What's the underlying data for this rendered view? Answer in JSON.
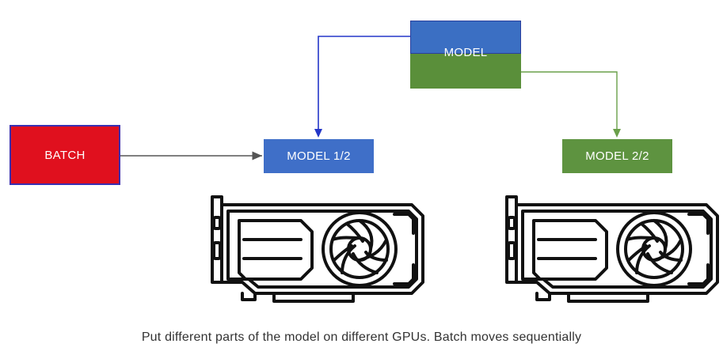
{
  "diagram": {
    "batch_label": "BATCH",
    "model_label": "MODEL",
    "model_half1_label": "MODEL 1/2",
    "model_half2_label": "MODEL 2/2",
    "caption": "Put different parts of the model on different GPUs. Batch moves sequentially"
  },
  "colors": {
    "batch": "#e0101e",
    "model_top": "#3b6fc3",
    "model_bottom": "#5a8f3a",
    "model_half1": "#3f6fc8",
    "model_half2": "#5e9340",
    "arrow_gray": "#555555",
    "arrow_blue": "#2436c8",
    "arrow_green": "#6aa04a"
  },
  "icons": {
    "gpu_left": "graphics-card-icon",
    "gpu_right": "graphics-card-icon"
  }
}
